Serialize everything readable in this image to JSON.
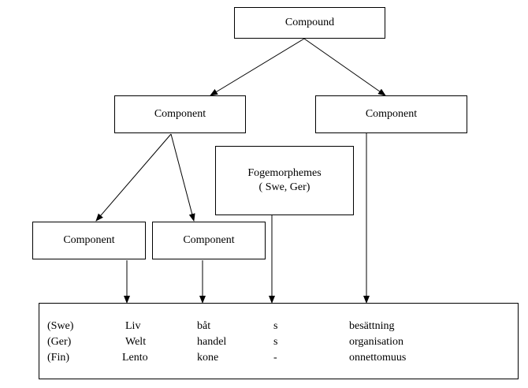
{
  "nodes": {
    "compound": "Compound",
    "component_left": "Component",
    "component_right": "Component",
    "fogemorphemes_line1": "Fogemorphemes",
    "fogemorphemes_line2": "( Swe, Ger)",
    "component_bottom_left": "Component",
    "component_bottom_mid": "Component"
  },
  "examples": [
    {
      "lang": "(Swe)",
      "c1": "Liv",
      "c2": "båt",
      "linker": "s",
      "c3": "besättning"
    },
    {
      "lang": "(Ger)",
      "c1": "Welt",
      "c2": "handel",
      "linker": "s",
      "c3": "organisation"
    },
    {
      "lang": "(Fin)",
      "c1": "Lento",
      "c2": "kone",
      "linker": "-",
      "c3": "onnettomuus"
    }
  ]
}
